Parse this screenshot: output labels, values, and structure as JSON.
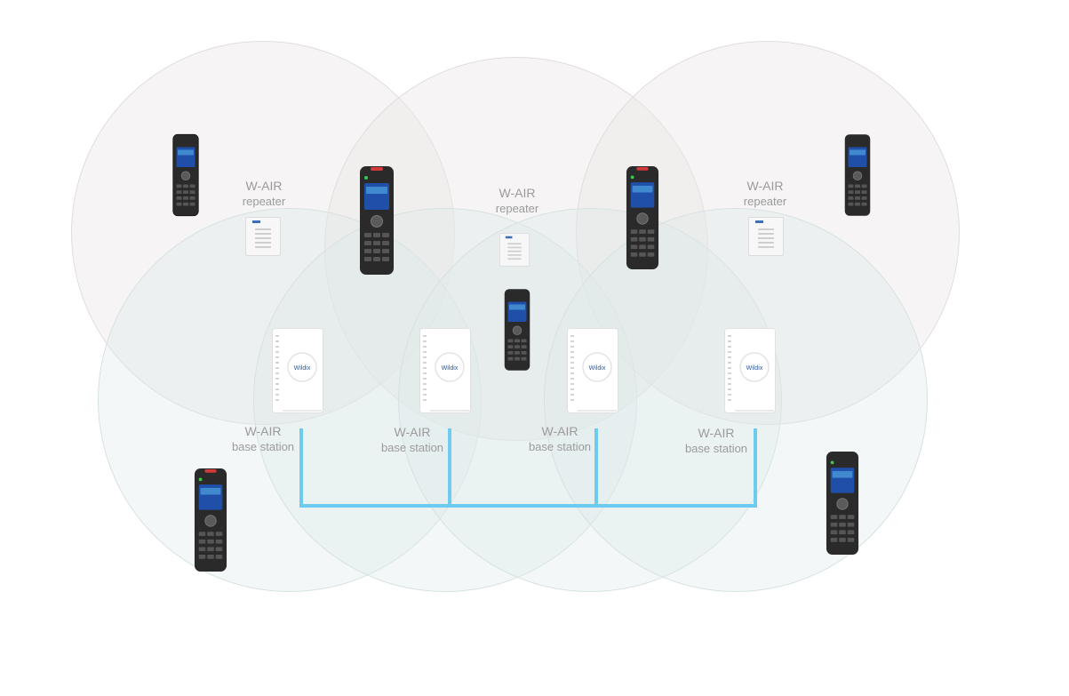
{
  "repeaters": [
    {
      "line1": "W-AIR",
      "line2": "repeater"
    },
    {
      "line1": "W-AIR",
      "line2": "repeater"
    },
    {
      "line1": "W-AIR",
      "line2": "repeater"
    }
  ],
  "base_stations": [
    {
      "line1": "W-AIR",
      "line2": "base station"
    },
    {
      "line1": "W-AIR",
      "line2": "base station"
    },
    {
      "line1": "W-AIR",
      "line2": "base station"
    },
    {
      "line1": "W-AIR",
      "line2": "base station"
    }
  ],
  "colors": {
    "link": "#6ccbee",
    "label": "#9b9b9b",
    "repeater_zone": "#ece8e9",
    "base_zone": "#ddeaea",
    "handset": "#2a2a2a",
    "brand": "#2c5aa0"
  },
  "icons": [
    "handset-icon",
    "repeater-icon",
    "base-station-icon",
    "brand-logo"
  ]
}
